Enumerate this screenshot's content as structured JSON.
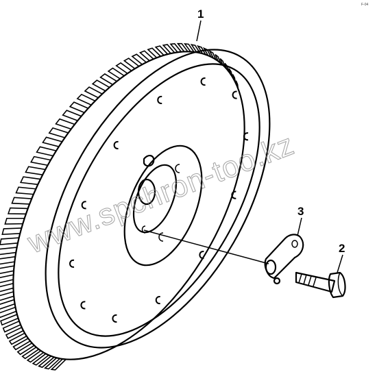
{
  "callouts": [
    {
      "id": "1",
      "label": "1",
      "part": "flywheel"
    },
    {
      "id": "2",
      "label": "2",
      "part": "bolt"
    },
    {
      "id": "3",
      "label": "3",
      "part": "lock-plate"
    }
  ],
  "watermark": {
    "text": "www.spchron-too.kz"
  },
  "corner_mark": {
    "text": "F-04"
  },
  "colors": {
    "line": "#000000",
    "background": "#ffffff",
    "watermark": "#8c8c8c"
  }
}
